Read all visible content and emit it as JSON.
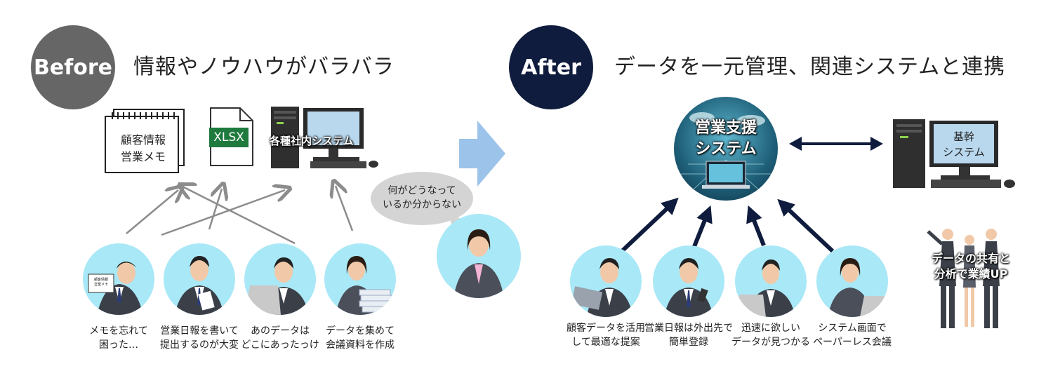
{
  "before": {
    "badge": "Before",
    "title": "情報やノウハウがバラバラ",
    "notebook_line1": "顧客情報",
    "notebook_line2": "営業メモ",
    "file_label": "XLSX",
    "system_label": "各種社内システム",
    "small_note_line1": "顧客情報",
    "small_note_line2": "営業メモ",
    "thought_line1": "何がどうなって",
    "thought_line2": "いるか分からない",
    "captions": [
      {
        "line1": "メモを忘れて",
        "line2": "困った…"
      },
      {
        "line1": "営業日報を書いて",
        "line2": "提出するのが大変"
      },
      {
        "line1": "あのデータは",
        "line2": "どこにあったっけ"
      },
      {
        "line1": "データを集めて",
        "line2": "会議資料を作成"
      }
    ]
  },
  "after": {
    "badge": "After",
    "title": "データを一元管理、関連システムと連携",
    "hub_line1": "営業支援",
    "hub_line2": "システム",
    "core_line1": "基幹",
    "core_line2": "システム",
    "team_line1": "データの共有と",
    "team_line2": "分析で業績UP",
    "captions": [
      {
        "line1": "顧客データを活用",
        "line2": "して最適な提案"
      },
      {
        "line1": "営業日報は外出先で",
        "line2": "簡単登録"
      },
      {
        "line1": "迅速に欲しい",
        "line2": "データが見つかる"
      },
      {
        "line1": "システム画面で",
        "line2": "ペーパーレス会議"
      }
    ]
  },
  "colors": {
    "before_badge": "#666666",
    "after_badge": "#0f1c3d",
    "circle_bg": "#a9e8f7",
    "arrow_gray": "#8c8c8c",
    "arrow_navy": "#0f1c3d",
    "transition_arrow": "#9cc3ea",
    "xlsx_green": "#1f7a3e"
  }
}
